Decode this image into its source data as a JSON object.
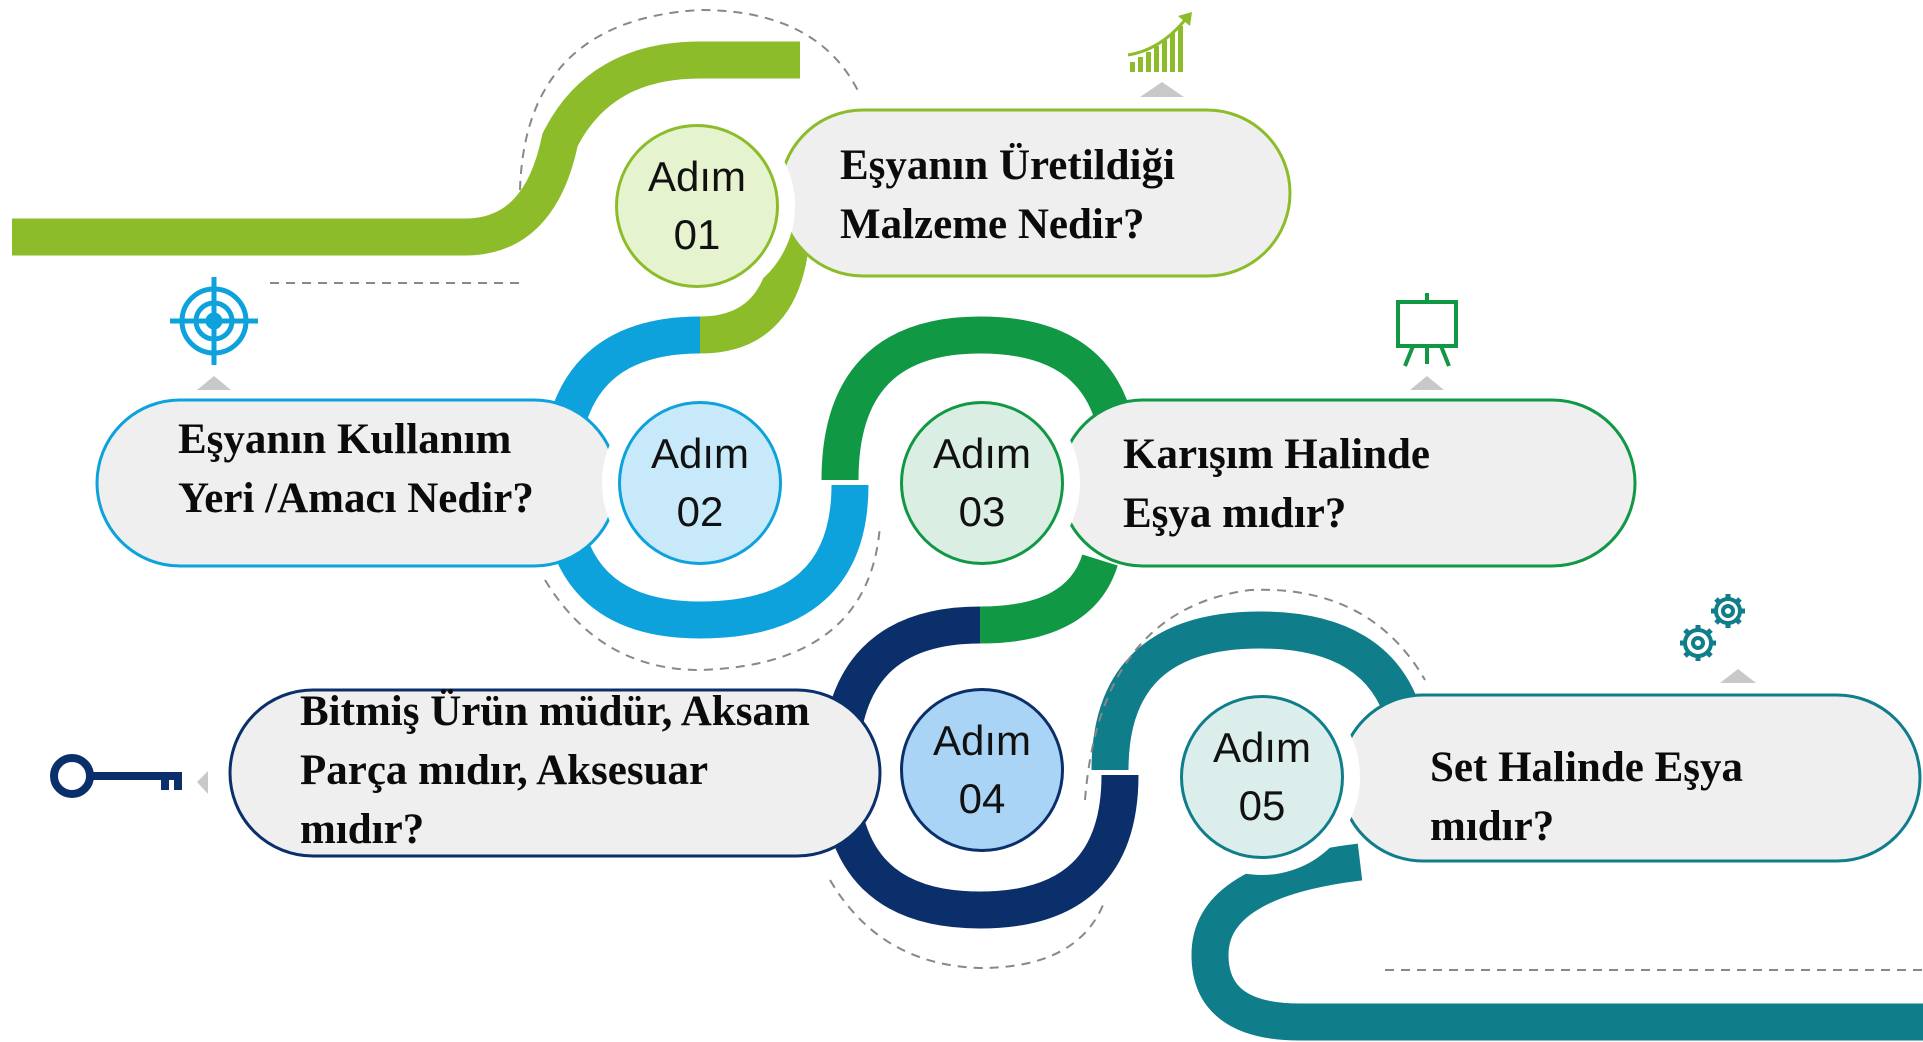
{
  "colors": {
    "lime": "#8cbc2a",
    "sky": "#0da2dc",
    "green": "#109845",
    "navy": "#0b2f6b",
    "teal": "#0f7d8a",
    "dashes": "#888888",
    "pill_fill": "#efefef"
  },
  "steps": [
    {
      "prefix": "Adım",
      "number": "01",
      "title": "Eşyanın Üretildiği\nMalzeme Nedir?",
      "icon": "chart-growth-icon",
      "color": "#8cbc2a",
      "badge_fill": "#e5f3cf"
    },
    {
      "prefix": "Adım",
      "number": "02",
      "title": "Eşyanın Kullanım\nYeri /Amacı Nedir?",
      "icon": "target-icon",
      "color": "#0da2dc",
      "badge_fill": "#c8e9f9"
    },
    {
      "prefix": "Adım",
      "number": "03",
      "title": "Karışım Halinde\nEşya  mıdır?",
      "icon": "presentation-board-icon",
      "color": "#109845",
      "badge_fill": "#dbeee3"
    },
    {
      "prefix": "Adım",
      "number": "04",
      "title": "Bitmiş Ürün müdür, Aksam\nParça mıdır, Aksesuar\nmıdır?",
      "icon": "key-icon",
      "color": "#0b2f6b",
      "badge_fill": "#a9d4f5"
    },
    {
      "prefix": "Adım",
      "number": "05",
      "title": "Set Halinde Eşya\nmıdır?",
      "icon": "gears-icon",
      "color": "#0f7d8a",
      "badge_fill": "#dbeeeb"
    }
  ]
}
